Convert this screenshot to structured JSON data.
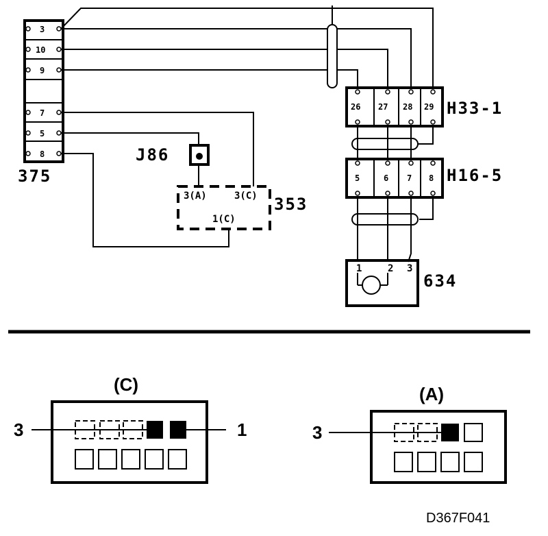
{
  "components": {
    "block_375": {
      "label": "375",
      "pins": [
        "3",
        "10",
        "9",
        "7",
        "5",
        "8"
      ]
    },
    "connector_h33_1": {
      "label": "H33-1",
      "pins": [
        "26",
        "27",
        "28",
        "29"
      ]
    },
    "connector_h16_5": {
      "label": "H16-5",
      "pins": [
        "5",
        "6",
        "7",
        "8"
      ]
    },
    "ground_j86": {
      "label": "J86"
    },
    "module_353": {
      "label": "353",
      "pins": [
        "3(A)",
        "3(C)",
        "1(C)"
      ]
    },
    "motor_634": {
      "label": "634",
      "pins": [
        "1",
        "2",
        "3"
      ]
    }
  },
  "connector_views": {
    "c": {
      "title": "(C)",
      "left_callout": "3",
      "right_callout": "1"
    },
    "a": {
      "title": "(A)",
      "left_callout": "3"
    }
  },
  "figure_code": "D367F041"
}
